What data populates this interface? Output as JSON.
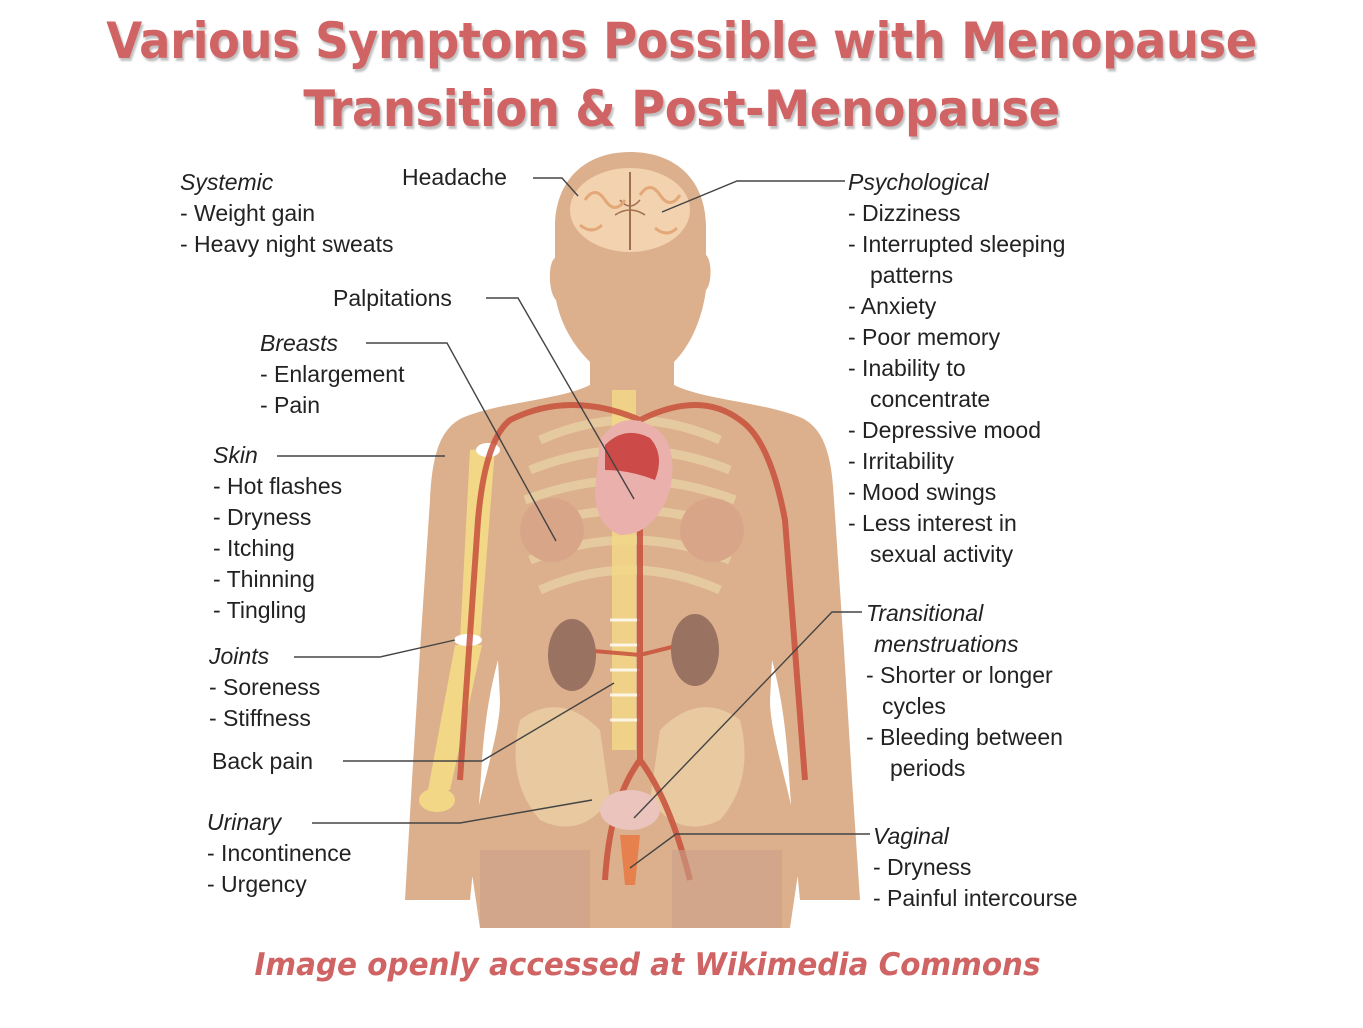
{
  "title": {
    "line1": "Various Symptoms Possible with Menopause",
    "line2": "Transition & Post-Menopause"
  },
  "footer": "Image openly accessed at Wikimedia Commons",
  "colors": {
    "title": "#d06464",
    "skin": "#dcb08c",
    "artery": "#c8503c",
    "bone": "#f2d886",
    "leader_line": "#444444",
    "text": "#222222"
  },
  "labels": {
    "systemic": {
      "head": "Systemic",
      "items": [
        "- Weight gain",
        "- Heavy night sweats"
      ]
    },
    "headache": {
      "head": "Headache"
    },
    "palpitations": {
      "head": "Palpitations"
    },
    "breasts": {
      "head": "Breasts",
      "items": [
        "- Enlargement",
        "- Pain"
      ]
    },
    "skin": {
      "head": "Skin",
      "items": [
        "- Hot flashes",
        "- Dryness",
        "- Itching",
        "- Thinning",
        "- Tingling"
      ]
    },
    "joints": {
      "head": "Joints",
      "items": [
        "- Soreness",
        "- Stiffness"
      ]
    },
    "back_pain": {
      "head": "Back pain"
    },
    "urinary": {
      "head": "Urinary",
      "items": [
        "- Incontinence",
        "- Urgency"
      ]
    },
    "psychological": {
      "head": "Psychological",
      "items": [
        "- Dizziness",
        "- Interrupted sleeping",
        "patterns",
        "- Anxiety",
        "- Poor memory",
        "- Inability to",
        "concentrate",
        "- Depressive mood",
        "- Irritability",
        "- Mood swings",
        "- Less interest in",
        "sexual activity"
      ]
    },
    "transitional": {
      "head1": "Transitional",
      "head2": "menstruations",
      "items": [
        "- Shorter or longer",
        "cycles",
        "- Bleeding between",
        "periods"
      ]
    },
    "vaginal": {
      "head": "Vaginal",
      "items": [
        "- Dryness",
        "- Painful intercourse"
      ]
    }
  }
}
